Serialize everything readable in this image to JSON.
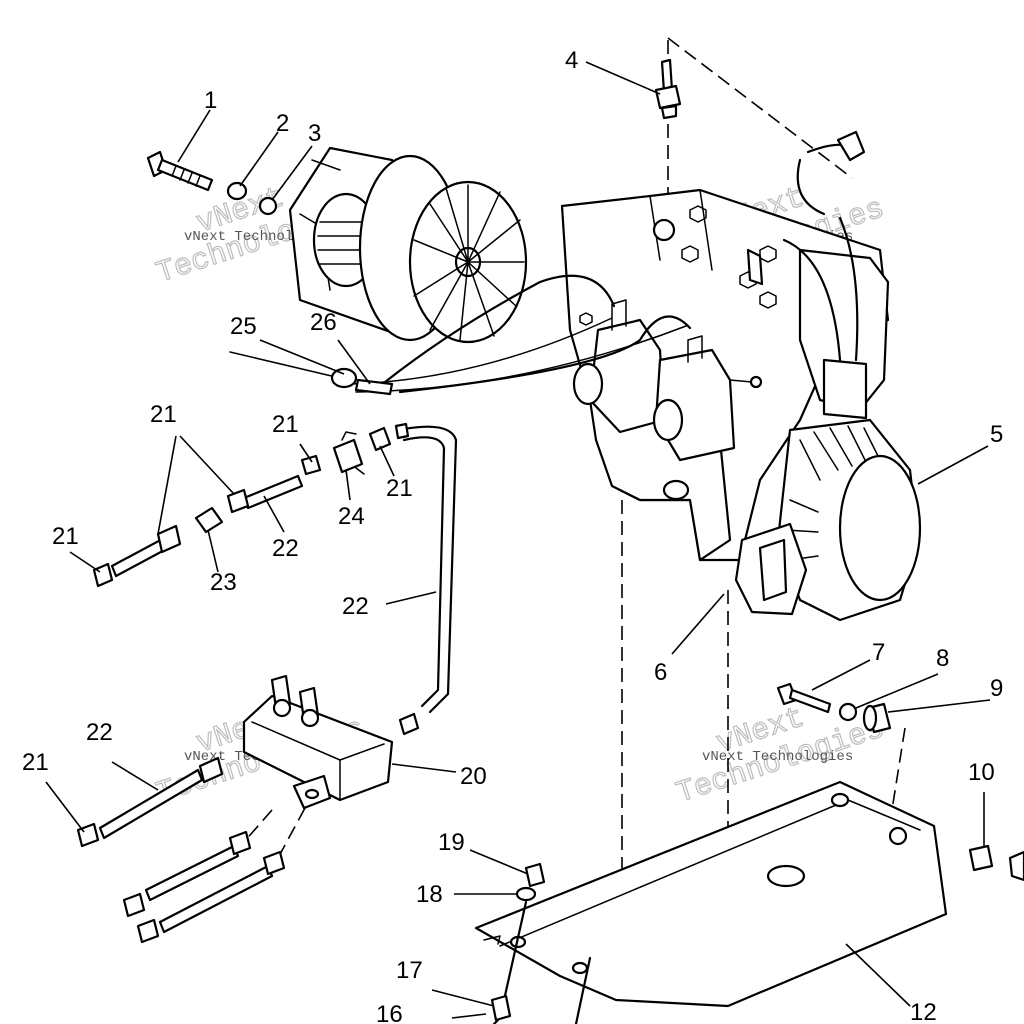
{
  "callouts": {
    "c1": "1",
    "c2": "2",
    "c3": "3",
    "c4": "4",
    "c5": "5",
    "c6": "6",
    "c7": "7",
    "c8": "8",
    "c9": "9",
    "c10": "10",
    "c12": "12",
    "c16": "16",
    "c17": "17",
    "c18": "18",
    "c19": "19",
    "c20": "20",
    "c21a": "21",
    "c21b": "21",
    "c21c": "21",
    "c21d": "21",
    "c21e": "21",
    "c22a": "22",
    "c22b": "22",
    "c22c": "22",
    "c23": "23",
    "c24": "24",
    "c25": "25",
    "c26": "26"
  },
  "watermark": {
    "small": "vNext Technologies",
    "large_top": "vNext",
    "large_bottom": "Technologies"
  },
  "colors": {
    "ink": "#000000",
    "paper": "#ffffff",
    "watermark": "#bdbdbd"
  }
}
